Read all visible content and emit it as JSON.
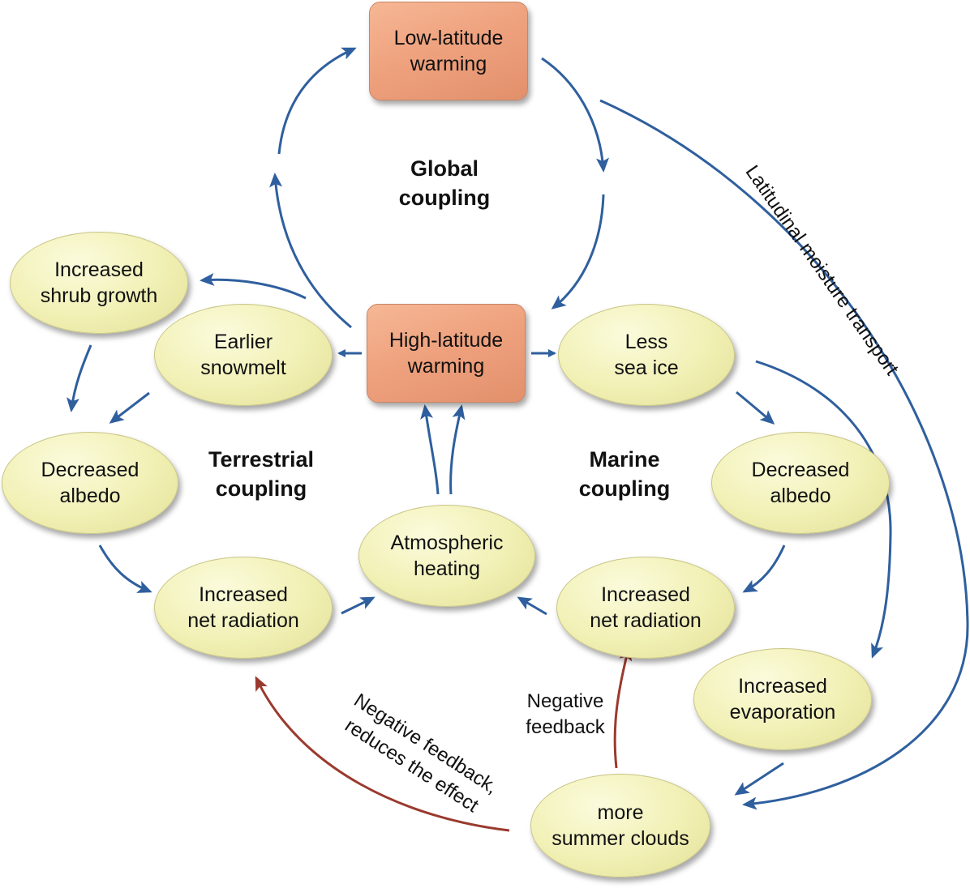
{
  "nodes": {
    "low_latitude_warming": "Low-latitude\nwarming",
    "high_latitude_warming": "High-latitude\nwarming",
    "increased_shrub_growth": "Increased\nshrub growth",
    "earlier_snowmelt": "Earlier\nsnowmelt",
    "decreased_albedo_terrestrial": "Decreased\nalbedo",
    "increased_net_radiation_terrestrial": "Increased\nnet radiation",
    "atmospheric_heating": "Atmospheric\nheating",
    "less_sea_ice": "Less\nsea ice",
    "decreased_albedo_marine": "Decreased\nalbedo",
    "increased_net_radiation_marine": "Increased\nnet radiation",
    "increased_evaporation": "Increased\nevaporation",
    "more_summer_clouds": "more\nsummer clouds"
  },
  "section_labels": {
    "global": "Global\ncoupling",
    "terrestrial": "Terrestrial\ncoupling",
    "marine": "Marine\ncoupling"
  },
  "annotations": {
    "latitudinal_moisture_transport": "Latitudinal moisture transport",
    "negative_feedback_reduces": "Negative feedback,\nreduces the effect",
    "negative_feedback": "Negative\nfeedback"
  },
  "colors": {
    "arrow_blue": "#2f5f9e",
    "arrow_red": "#9a3a2e",
    "box_fill": "#eea07c",
    "ellipse_fill": "#f1f0b4"
  }
}
